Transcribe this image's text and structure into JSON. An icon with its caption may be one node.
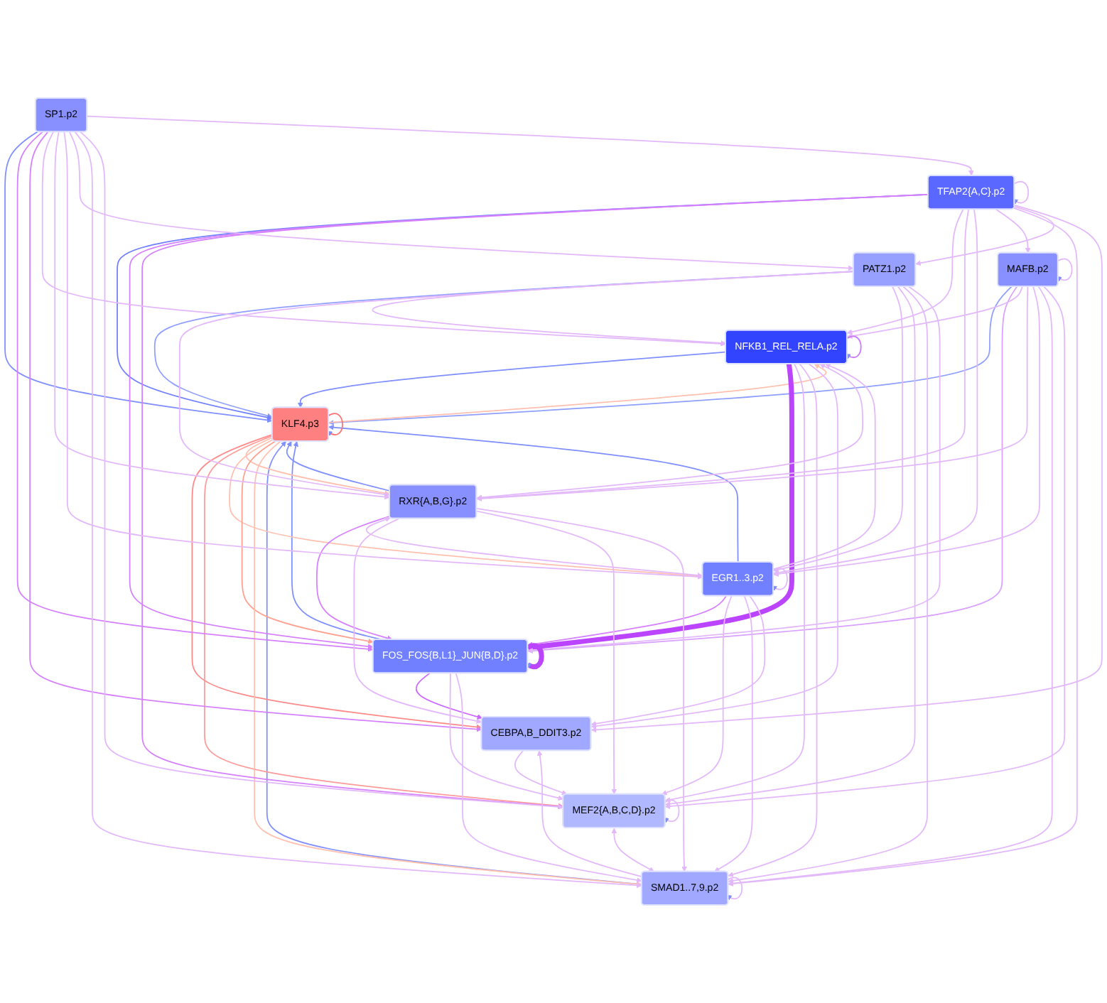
{
  "diagram": {
    "nodes": [
      {
        "text": [
          "NFKB1_REL_RELA.p2"
        ]
      },
      {
        "text": [
          "CEBPA,B_DDIT3.p2"
        ]
      },
      {
        "text": [
          "MEF2{A,B,C,D}.p2"
        ]
      },
      {
        "text": [
          "RXR{A,B,G}.p2"
        ]
      },
      {
        "text": [
          "SMAD1..7,9.p2"
        ]
      },
      {
        "text": [
          "EGR1..3.p2"
        ]
      },
      {
        "text": [
          "KLF4.p3"
        ]
      },
      {
        "text": [
          "PATZ1.p2"
        ]
      },
      {
        "text": [
          "FOS_FOS{B,L1}_JUN{B,D}.p2"
        ]
      },
      {
        "text": [
          "SP1.p2"
        ]
      },
      {
        "text": [
          "MAFB.p2"
        ]
      },
      {
        "text": [
          "TFAP2{A,C}.p2"
        ]
      }
    ],
    "edges": [
      {
        "from": 3,
        "to": 6,
        "arrow": "to",
        "color": "#7f8fff"
      },
      {
        "from": 0,
        "to": 6,
        "arrow": "to",
        "color": "#7f8fff"
      },
      {
        "from": 5,
        "to": 6,
        "arrow": "to",
        "color": "#7f8fff"
      },
      {
        "from": 8,
        "to": 6,
        "arrow": "to",
        "color": "#7f8fff"
      },
      {
        "from": 4,
        "to": 6,
        "arrow": "to",
        "color": "#7f8fff"
      },
      {
        "from": 7,
        "to": 6,
        "arrow": "to",
        "color": "#8f9fff"
      },
      {
        "from": 9,
        "to": 6,
        "arrow": "to",
        "color": "#7f8fff"
      },
      {
        "from": 11,
        "to": 6,
        "arrow": "to",
        "color": "#6f7fff"
      },
      {
        "from": 10,
        "to": 6,
        "arrow": "to",
        "color": "#8f9fff"
      },
      {
        "from": 6,
        "to": 1,
        "arrow": "to",
        "color": "#ff8a8a"
      },
      {
        "from": 6,
        "to": 2,
        "arrow": "to",
        "color": "#ff9a9a"
      },
      {
        "from": 6,
        "to": 0,
        "arrow": "to",
        "color": "#ffc0b0"
      },
      {
        "from": 6,
        "to": 3,
        "arrow": "to",
        "color": "#ffc0b0"
      },
      {
        "from": 6,
        "to": 5,
        "arrow": "to",
        "color": "#ffc0b0"
      },
      {
        "from": 6,
        "to": 8,
        "arrow": "to",
        "color": "#ffa090"
      },
      {
        "from": 6,
        "to": 4,
        "arrow": "to",
        "color": "#ffc0b0"
      },
      {
        "from": 0,
        "to": 0,
        "arrow": "to",
        "color": "#cc77ff"
      },
      {
        "from": 2,
        "to": 2,
        "arrow": "to"
      },
      {
        "from": 4,
        "to": 4,
        "arrow": "to"
      },
      {
        "from": 5,
        "to": 5,
        "arrow": "to"
      },
      {
        "from": 6,
        "to": 6,
        "arrow": "to",
        "color": "#ff7070"
      },
      {
        "from": 8,
        "to": 8,
        "arrow": "to",
        "style": "thick",
        "color": "#bb44ff"
      },
      {
        "from": 10,
        "to": 10,
        "arrow": "to"
      },
      {
        "from": 11,
        "to": 11,
        "arrow": "to"
      },
      {
        "from": 0,
        "to": 8,
        "arrow": "to",
        "style": "thick",
        "color": "#bb44ff"
      },
      {
        "from": 8,
        "to": 1,
        "arrow": "to",
        "color": "#cc66ff"
      },
      {
        "from": 5,
        "to": 8,
        "arrow": "to",
        "color": "#d580ff"
      },
      {
        "from": 3,
        "to": 8,
        "arrow": "to",
        "color": "#d580ff"
      },
      {
        "from": 9,
        "to": 8,
        "arrow": "to",
        "color": "#d580ff"
      },
      {
        "from": 11,
        "to": 8,
        "arrow": "to",
        "color": "#d580ff"
      },
      {
        "from": 10,
        "to": 8,
        "arrow": "to",
        "color": "#d9a0ff"
      },
      {
        "from": 11,
        "to": 2,
        "arrow": "to",
        "color": "#d580ff"
      },
      {
        "from": 9,
        "to": 1,
        "arrow": "to",
        "color": "#d580ff"
      },
      {
        "from": 3,
        "to": 0,
        "arrow": "both"
      },
      {
        "from": 3,
        "to": 5,
        "arrow": "both"
      },
      {
        "from": 3,
        "to": 1,
        "arrow": "to"
      },
      {
        "from": 3,
        "to": 2,
        "arrow": "to"
      },
      {
        "from": 3,
        "to": 4,
        "arrow": "to"
      },
      {
        "from": 0,
        "to": 2,
        "arrow": "to"
      },
      {
        "from": 0,
        "to": 4,
        "arrow": "to"
      },
      {
        "from": 5,
        "to": 2,
        "arrow": "to"
      },
      {
        "from": 5,
        "to": 4,
        "arrow": "to"
      },
      {
        "from": 5,
        "to": 1,
        "arrow": "to"
      },
      {
        "from": 5,
        "to": 0,
        "arrow": "to"
      },
      {
        "from": 7,
        "to": 0,
        "arrow": "to"
      },
      {
        "from": 7,
        "to": 3,
        "arrow": "to"
      },
      {
        "from": 7,
        "to": 5,
        "arrow": "to"
      },
      {
        "from": 7,
        "to": 2,
        "arrow": "to"
      },
      {
        "from": 7,
        "to": 4,
        "arrow": "to"
      },
      {
        "from": 7,
        "to": 8,
        "arrow": "to"
      },
      {
        "from": 9,
        "to": 0,
        "arrow": "to"
      },
      {
        "from": 9,
        "to": 3,
        "arrow": "to"
      },
      {
        "from": 9,
        "to": 5,
        "arrow": "to"
      },
      {
        "from": 9,
        "to": 7,
        "arrow": "to"
      },
      {
        "from": 9,
        "to": 4,
        "arrow": "to"
      },
      {
        "from": 9,
        "to": 2,
        "arrow": "to"
      },
      {
        "from": 9,
        "to": 11,
        "arrow": "to"
      },
      {
        "from": 10,
        "to": 0,
        "arrow": "to"
      },
      {
        "from": 10,
        "to": 3,
        "arrow": "to"
      },
      {
        "from": 10,
        "to": 5,
        "arrow": "to"
      },
      {
        "from": 10,
        "to": 4,
        "arrow": "to"
      },
      {
        "from": 10,
        "to": 2,
        "arrow": "to"
      },
      {
        "from": 11,
        "to": 0,
        "arrow": "to"
      },
      {
        "from": 11,
        "to": 3,
        "arrow": "to"
      },
      {
        "from": 11,
        "to": 5,
        "arrow": "to"
      },
      {
        "from": 11,
        "to": 10,
        "arrow": "to"
      },
      {
        "from": 11,
        "to": 4,
        "arrow": "to"
      },
      {
        "from": 11,
        "to": 7,
        "arrow": "to"
      },
      {
        "from": 11,
        "to": 1,
        "arrow": "to"
      },
      {
        "from": 8,
        "to": 2,
        "arrow": "to"
      },
      {
        "from": 8,
        "to": 4,
        "arrow": "to"
      },
      {
        "from": 1,
        "to": 2,
        "arrow": "to"
      },
      {
        "from": 2,
        "to": 4,
        "arrow": "both"
      },
      {
        "from": 0,
        "to": 1,
        "arrow": "to"
      },
      {
        "from": 4,
        "to": 1,
        "arrow": "to"
      }
    ]
  }
}
